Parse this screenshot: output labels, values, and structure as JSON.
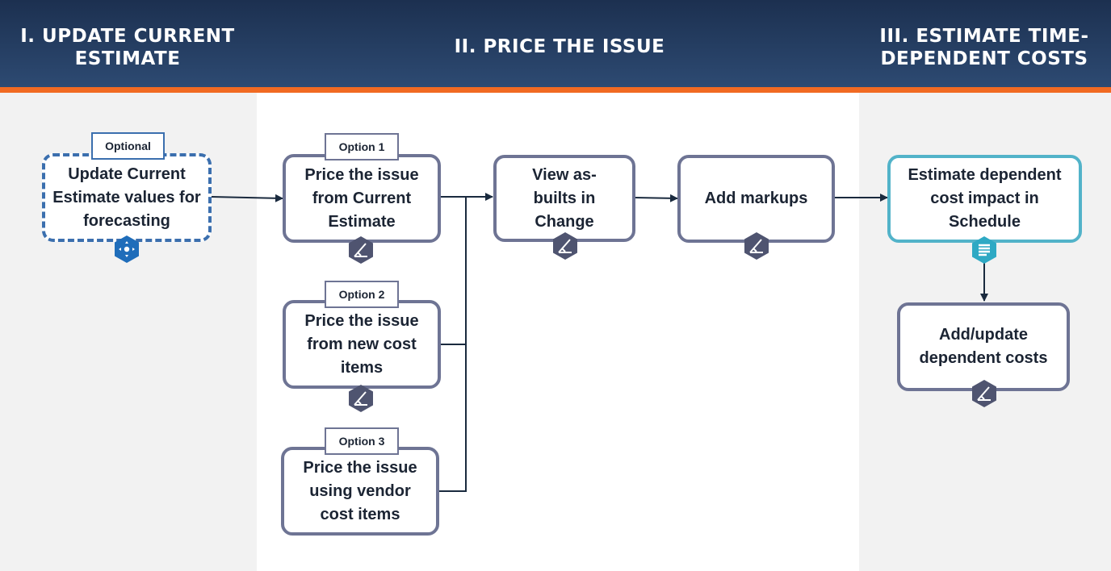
{
  "header": {
    "phase1": "I. UPDATE CURRENT ESTIMATE",
    "phase2": "II. PRICE THE ISSUE",
    "phase3": "III. ESTIMATE TIME-DEPENDENT COSTS"
  },
  "tags": {
    "optional": "Optional",
    "option1": "Option 1",
    "option2": "Option 2",
    "option3": "Option 3"
  },
  "steps": {
    "update_current_estimate": "Update Current Estimate values for forecasting",
    "price_from_current_estimate": "Price the issue from Current Estimate",
    "price_from_new_cost_items": "Price the issue from new cost items",
    "price_using_vendor_cost_items": "Price the issue using vendor cost items",
    "view_as_builts": "View as-builts in Change",
    "add_markups": "Add markups",
    "estimate_dependent_cost": "Estimate dependent cost impact in Schedule",
    "add_update_dependent_costs": "Add/update dependent costs"
  },
  "colors": {
    "header": "#243d60",
    "accent": "#f16a22",
    "box_border": "#6e7494",
    "optional_border": "#3b6fae",
    "schedule_border": "#52b3c9"
  }
}
